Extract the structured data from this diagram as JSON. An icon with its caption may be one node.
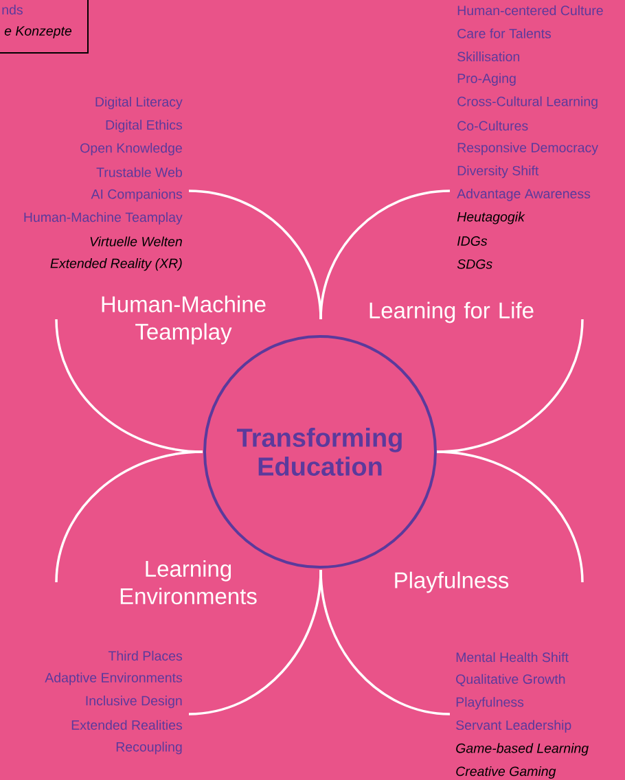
{
  "diagram": {
    "nodes": [
      {
        "text": [
          "Transforming Education"
        ]
      },
      {
        "text": [
          "Human-Machine Teamplay"
        ],
        "beside": [
          "Digital Literacy",
          "Digital Ethics",
          "Open Knowledge",
          "Trustable Web",
          "AI Companions",
          "Human-Machine Teamplay",
          "*Virtuelle Welten*",
          "*Extended Reality (XR)*"
        ]
      },
      {
        "text": [
          "Learning for Life"
        ],
        "beside": [
          "Human-centered Culture",
          "Care for Talents",
          "Skillisation",
          "Pro-Aging",
          "Cross-Cultural Learning",
          "Co-Cultures",
          "Responsive Democracy",
          "Diversity Shift",
          "Advantage Awareness",
          "*Heutagogik*",
          "*IDGs*",
          "*SDGs*"
        ]
      },
      {
        "text": [
          "Learning Environments"
        ],
        "beside": [
          "Third Places",
          "Adaptive Environments",
          "Inclusive Design",
          "Extended Realities",
          "Recoupling"
        ]
      },
      {
        "text": [
          "Playfulness"
        ],
        "beside": [
          "Mental Health Shift",
          "Qualitative Growth",
          "Playfulness",
          "Servant Leadership",
          "*Game-based Learning*",
          "*Creative Gaming*"
        ]
      }
    ],
    "legend": [
      {
        "text": "nds"
      },
      {
        "text": "*e Konzepte*"
      }
    ]
  }
}
